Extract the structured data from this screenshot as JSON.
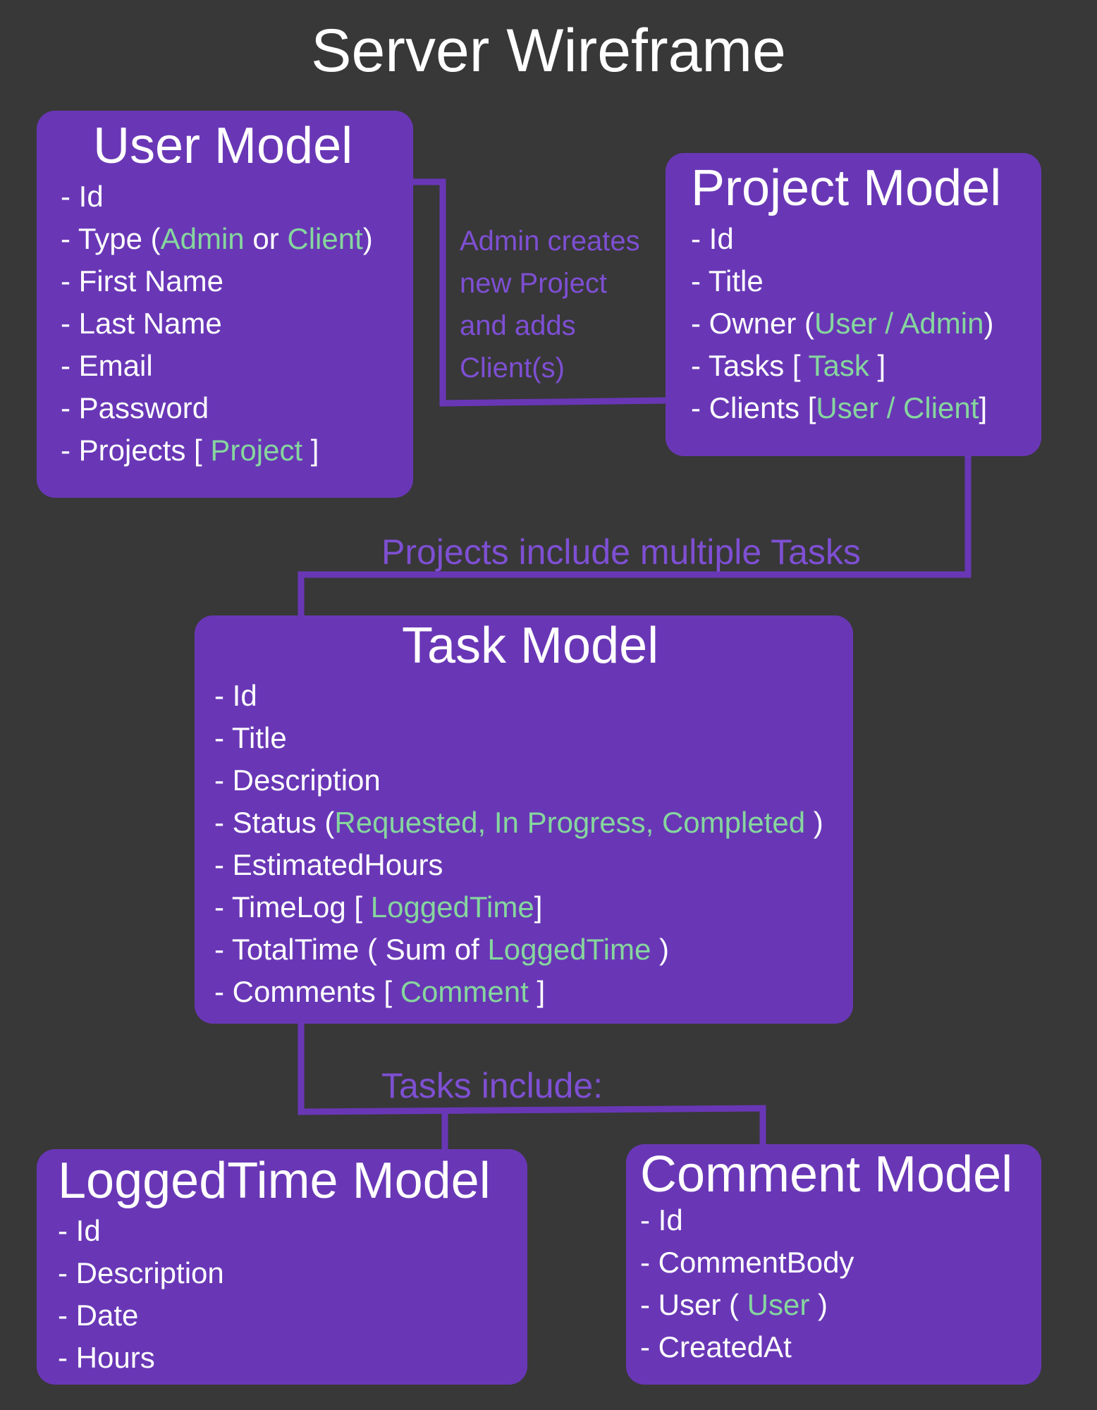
{
  "title": "Server Wireframe",
  "colors": {
    "background": "#383838",
    "box": "#6937b6",
    "connector": "#6937b6",
    "label": "#7e4fd3",
    "reference": "#86d69e",
    "text": "#ffffff"
  },
  "user_model": {
    "title": "User Model",
    "id": "- Id",
    "type_prefix": "- Type (",
    "type_admin": "Admin",
    "type_or": "or",
    "type_client": "Client",
    "type_suffix": ")",
    "first_name": "- First Name",
    "last_name": "- Last Name",
    "email": "- Email",
    "password": "- Password",
    "projects_prefix": "- Projects [",
    "projects_ref": "Project",
    "projects_suffix": "]"
  },
  "project_model": {
    "title": "Project Model",
    "id": "- Id",
    "title_field": "- Title",
    "owner_prefix": "- Owner (",
    "owner_ref": "User / Admin",
    "owner_suffix": ")",
    "tasks_prefix": "- Tasks [",
    "tasks_ref": "Task",
    "tasks_suffix": "]",
    "clients_prefix": "- Clients [",
    "clients_ref": "User / Client",
    "clients_suffix": "]"
  },
  "task_model": {
    "title": "Task Model",
    "id": "- Id",
    "title_field": "- Title",
    "description": "- Description",
    "status_prefix": "- Status (",
    "status_ref": "Requested, In Progress, Completed",
    "status_suffix": ")",
    "estimated_hours": "- EstimatedHours",
    "timelog_prefix": "- TimeLog [",
    "timelog_ref": "LoggedTime",
    "timelog_suffix": "]",
    "totaltime_prefix": "- TotalTime ( Sum of",
    "totaltime_ref": "LoggedTime",
    "totaltime_suffix": ")",
    "comments_prefix": "- Comments [",
    "comments_ref": "Comment",
    "comments_suffix": "]"
  },
  "loggedtime_model": {
    "title": "LoggedTime Model",
    "id": "- Id",
    "description": "- Description",
    "date": "- Date",
    "hours": "- Hours"
  },
  "comment_model": {
    "title": "Comment Model",
    "id": "- Id",
    "comment_body": "- CommentBody",
    "user_prefix": "- User (",
    "user_ref": "User",
    "user_suffix": ")",
    "created_at": "- CreatedAt"
  },
  "labels": {
    "admin_note_1": "Admin creates",
    "admin_note_2": "new Project",
    "admin_note_3": "and adds",
    "admin_note_4": "Client(s)",
    "projects_include": "Projects include multiple Tasks",
    "tasks_include": "Tasks include:"
  }
}
